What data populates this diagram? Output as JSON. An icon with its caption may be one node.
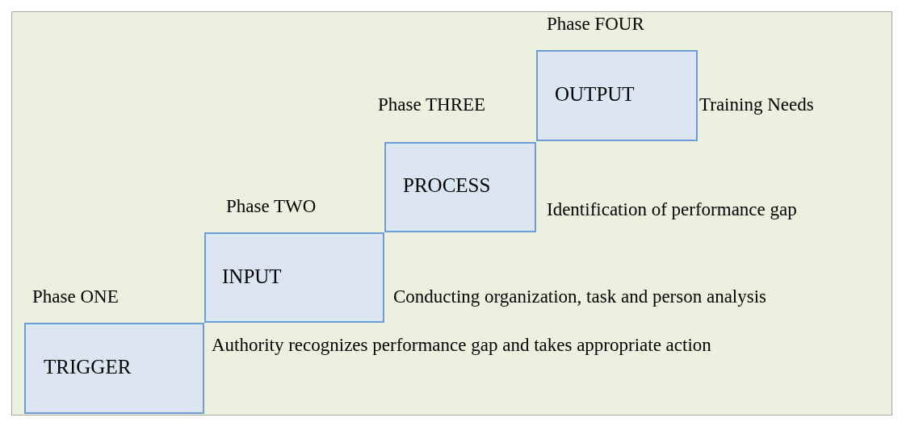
{
  "diagram": {
    "nodes": [
      {
        "text": [
          "TRIGGER"
        ],
        "beside": [
          "Phase ONE",
          "Authority recognizes performance gap and takes appropriate action"
        ]
      },
      {
        "text": [
          "INPUT"
        ],
        "beside": [
          "Phase TWO",
          "Conducting organization, task and person analysis"
        ]
      },
      {
        "text": [
          "PROCESS"
        ],
        "beside": [
          "Phase THREE",
          "Identification of performance gap"
        ]
      },
      {
        "text": [
          "OUTPUT"
        ],
        "beside": [
          "Phase FOUR",
          "Training Needs"
        ]
      }
    ]
  }
}
